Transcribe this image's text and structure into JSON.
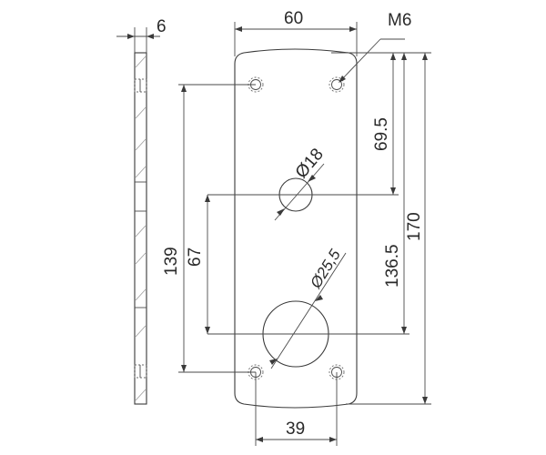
{
  "drawing": {
    "dimensions": {
      "thickness": "6",
      "plate_width": "60",
      "thread": "M6",
      "distance_top_to_center_hole": "69.5",
      "small_hole_diameter": "Ø18",
      "large_hole_diameter": "Ø25,5",
      "plate_height": "170",
      "distance_top_to_large_hole": "136.5",
      "hole_spacing_vertical": "139",
      "hole_distance": "67",
      "bottom_hole_spacing": "39"
    }
  }
}
